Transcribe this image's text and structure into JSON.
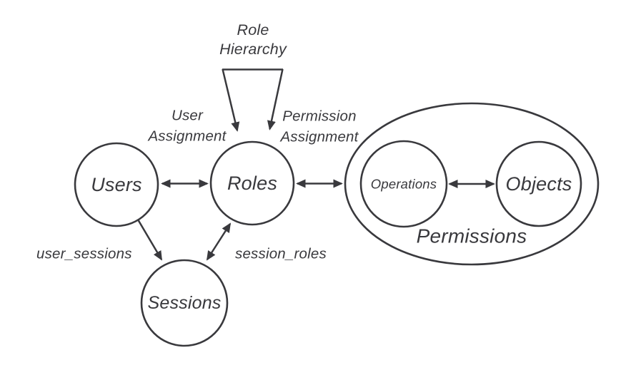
{
  "diagram": {
    "background_color": "#ffffff",
    "ink_color": "#39393d",
    "nodes": {
      "users": "Users",
      "roles": "Roles",
      "sessions": "Sessions",
      "operations": "Operations",
      "objects": "Objects",
      "permissions_group": "Permissions"
    },
    "labels": {
      "role_hierarchy": [
        "Role",
        "Hierarchy"
      ],
      "user_assignment": [
        "User",
        "Assignment"
      ],
      "permission_assignment": [
        "Permission",
        "Assignment"
      ],
      "user_sessions": "user_sessions",
      "session_roles": "session_roles"
    }
  }
}
